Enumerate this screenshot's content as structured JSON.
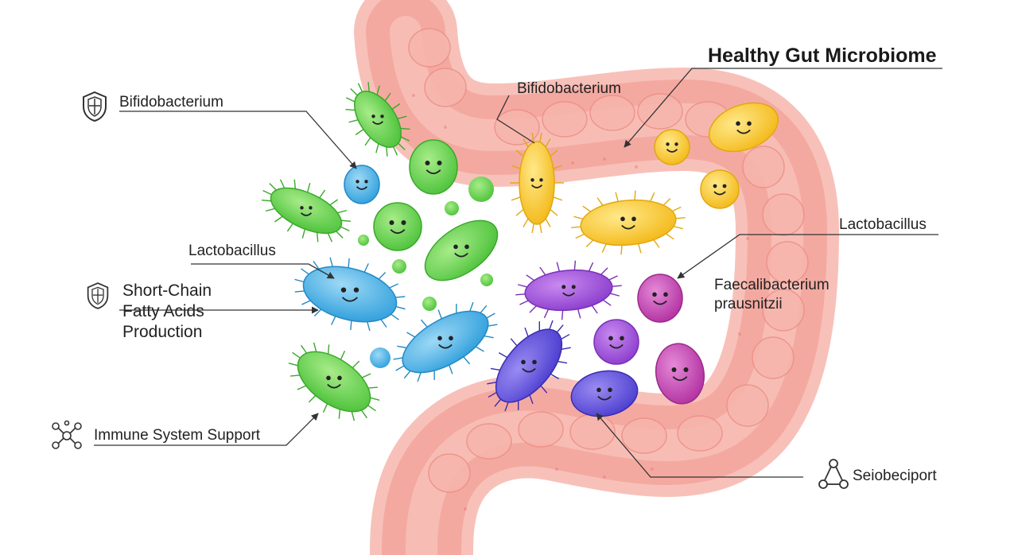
{
  "title": "Healthy Gut Microbiome",
  "labels": {
    "bifido_left": "Bifidobacterium",
    "bifido_top": "Bifidobacterium",
    "lacto_left": "Lactobacillus",
    "lacto_right": "Lactobacillus",
    "scfa": [
      "Short-Chain",
      "Fatty Acids",
      "Production"
    ],
    "faecali": [
      "Faecalibacterium",
      "prausnitzii"
    ],
    "immune": "Immune System Support",
    "seiobeciport": "Seiobeciport"
  },
  "icons": {
    "bifido_left": "shield-icon",
    "scfa": "shield-icon",
    "immune": "network-icon",
    "seiobeciport": "nodes-icon"
  },
  "colors": {
    "intestine": "#f4a9a0",
    "intestine_dark": "#ee8f86",
    "green": "#6fd34f",
    "blue": "#4fb8ea",
    "yellow": "#f6c935",
    "purple": "#9a4fd4",
    "magenta": "#c044b0",
    "indigo": "#5a4ad8"
  }
}
